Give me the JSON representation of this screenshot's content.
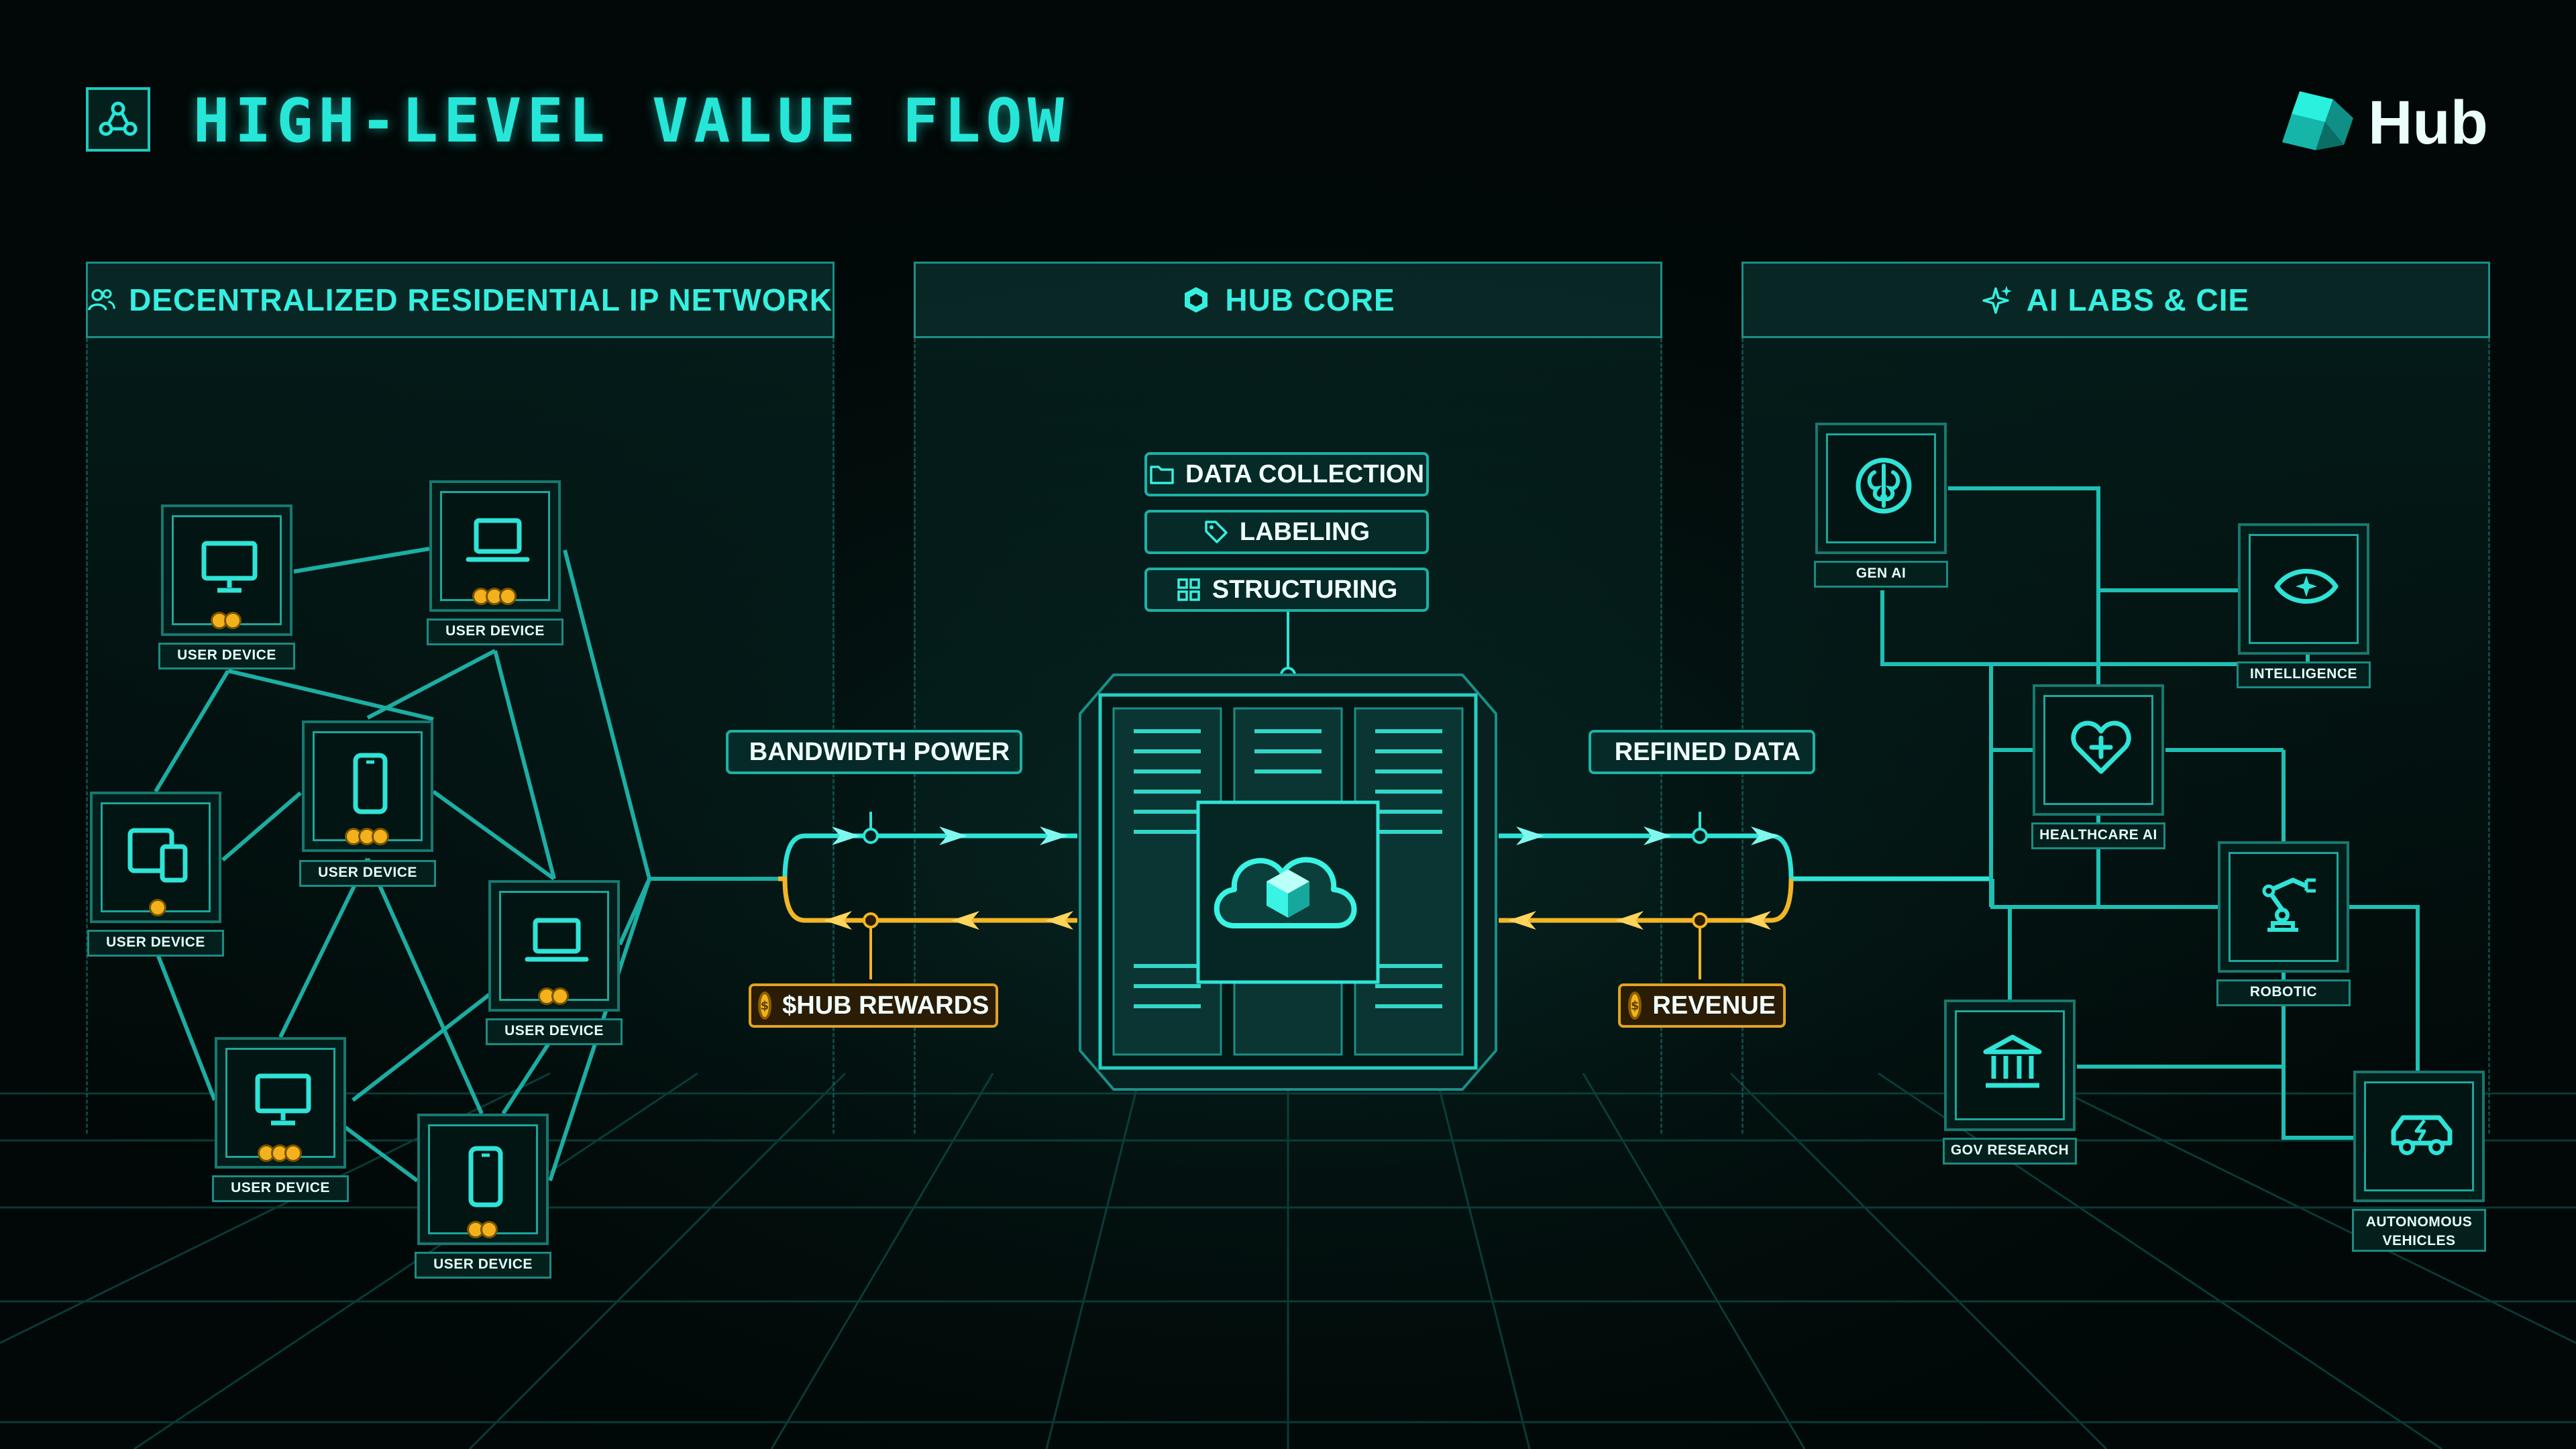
{
  "header": {
    "title": "HIGH-LEVEL VALUE FLOW",
    "title_icon": "value-flow-icon",
    "brand": "Hub",
    "brand_icon": "hub-logo-icon"
  },
  "colors": {
    "accent": "#26e6d8",
    "background": "#010807",
    "reward": "#f3b21d"
  },
  "panels": {
    "network": {
      "title": "DECENTRALIZED RESIDENTIAL IP NETWORK",
      "icon": "users-icon"
    },
    "core": {
      "title": "HUB CORE",
      "icon": "hub-logo-icon"
    },
    "labs": {
      "title": "AI LABS & CIE",
      "icon": "sparkle-icon"
    }
  },
  "devices": [
    {
      "label": "USER DEVICE",
      "icon": "monitor-icon",
      "coins": 2
    },
    {
      "label": "USER DEVICE",
      "icon": "laptop-icon",
      "coins": 3
    },
    {
      "label": "USER DEVICE",
      "icon": "tablet-phone-icon",
      "coins": 1
    },
    {
      "label": "USER DEVICE",
      "icon": "phone-icon",
      "coins": 3
    },
    {
      "label": "USER DEVICE",
      "icon": "laptop-icon",
      "coins": 2
    },
    {
      "label": "USER DEVICE",
      "icon": "monitor-icon",
      "coins": 3
    },
    {
      "label": "USER DEVICE",
      "icon": "phone-icon",
      "coins": 2
    }
  ],
  "core": {
    "steps": [
      {
        "label": "DATA COLLECTION",
        "icon": "folder-icon"
      },
      {
        "label": "LABELING",
        "icon": "tag-icon"
      },
      {
        "label": "STRUCTURING",
        "icon": "grid-icon"
      }
    ],
    "server_icon": "cloud-cube-icon"
  },
  "flows": {
    "bandwidth": {
      "label": "BANDWIDTH POWER",
      "icon": "wifi-icon"
    },
    "rewards": {
      "label": "$HUB REWARDS",
      "icon": "coin-icon",
      "coin_symbol": "$"
    },
    "refined": {
      "label": "REFINED DATA",
      "icon": "check-circle-icon"
    },
    "revenue": {
      "label": "REVENUE",
      "icon": "coin-icon",
      "coin_symbol": "$"
    }
  },
  "labs": [
    {
      "label": "GEN AI",
      "icon": "brain-chip-icon"
    },
    {
      "label": "INTELLIGENCE",
      "icon": "eye-icon"
    },
    {
      "label": "HEALTHCARE AI",
      "icon": "heart-plus-icon"
    },
    {
      "label": "ROBOTIC",
      "icon": "robot-arm-icon"
    },
    {
      "label": "GOV RESEARCH",
      "icon": "government-building-icon"
    },
    {
      "label": "AUTONOMOUS",
      "label2": "VEHICLES",
      "icon": "electric-car-icon"
    }
  ]
}
